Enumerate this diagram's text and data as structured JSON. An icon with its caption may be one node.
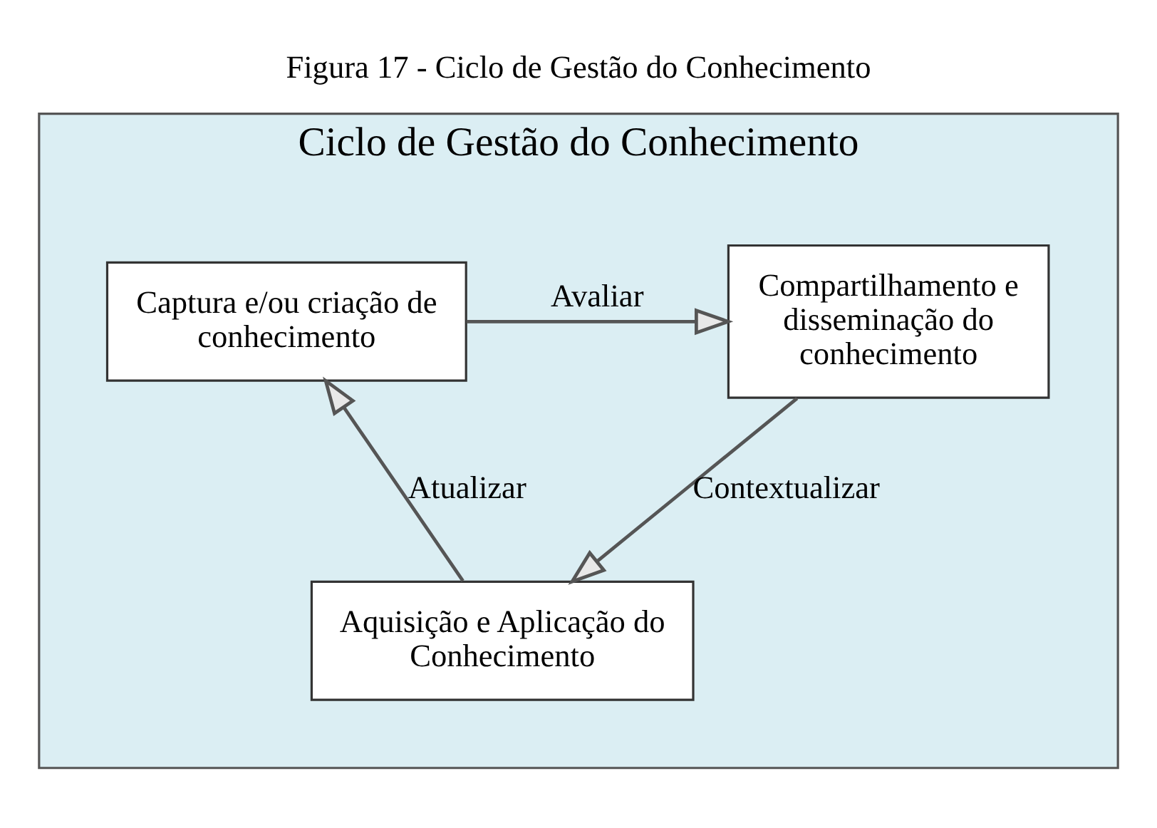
{
  "diagram": {
    "title": "Figura 17 - Ciclo de Gestão do Conhecimento",
    "nodes": [
      {
        "text": [
          "Ciclo de Gestão do Conhecimento"
        ]
      },
      {
        "text": [
          "Captura e/ou criação de conhecimento"
        ],
        "in": 0
      },
      {
        "text": [
          "Compartilhamento e disseminação do conhecimento"
        ],
        "in": 0
      },
      {
        "text": [
          "Aquisição e Aplicação do Conhecimento"
        ],
        "in": 0
      }
    ],
    "edges": [
      {
        "from": 1,
        "to": 2,
        "arrow": "to",
        "label": "Avaliar"
      },
      {
        "from": 2,
        "to": 3,
        "arrow": "to",
        "label": "Contextualizar"
      },
      {
        "from": 3,
        "to": 1,
        "arrow": "to",
        "label": "Atualizar"
      }
    ]
  }
}
